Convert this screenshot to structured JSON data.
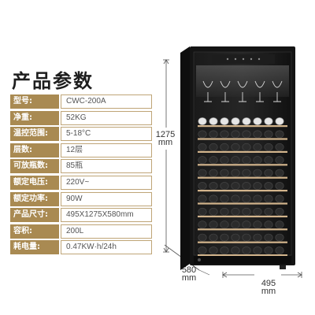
{
  "title": "产品参数",
  "specs": [
    {
      "label": "型号:",
      "value": "CWC-200A"
    },
    {
      "label": "净重:",
      "value": "52KG"
    },
    {
      "label": "温控范围:",
      "value": "5-18°C"
    },
    {
      "label": "层数:",
      "value": "12层"
    },
    {
      "label": "可放瓶数:",
      "value": "85瓶"
    },
    {
      "label": "额定电压:",
      "value": "220V~"
    },
    {
      "label": "额定功率:",
      "value": "90W"
    },
    {
      "label": "产品尺寸:",
      "value": "495X1275X580mm"
    },
    {
      "label": "容积:",
      "value": "200L"
    },
    {
      "label": "耗电量:",
      "value": "0.47KW·h/24h"
    }
  ],
  "dimensions": {
    "height_value": "1275",
    "height_unit": "mm",
    "depth_value": "580",
    "depth_unit": "mm",
    "width_value": "495",
    "width_unit": "mm"
  },
  "colors": {
    "label_bg": "#a98a52",
    "value_border": "#bfa577",
    "cabinet": "#141414",
    "shelf_wood": "#d2b48c"
  }
}
